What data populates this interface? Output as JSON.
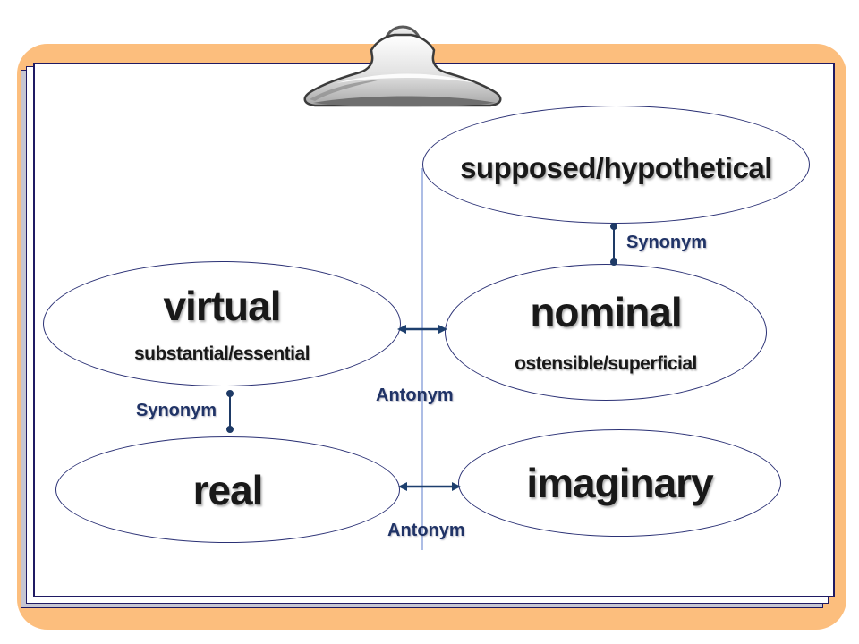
{
  "diagram": {
    "title_hint": "synonym and antonym word map on a clipboard slide",
    "nodes": [
      {
        "label": "supposed/hypothetical",
        "sublabel": ""
      },
      {
        "label": "virtual",
        "sublabel": "substantial/essential"
      },
      {
        "label": "nominal",
        "sublabel": "ostensible/superficial"
      },
      {
        "label": "real",
        "sublabel": ""
      },
      {
        "label": "imaginary",
        "sublabel": ""
      }
    ],
    "relations": [
      {
        "label": "Synonym",
        "from": "supposed/hypothetical",
        "to": "nominal"
      },
      {
        "label": "Synonym",
        "from": "virtual",
        "to": "real"
      },
      {
        "label": "Antonym",
        "from": "virtual",
        "to": "nominal"
      },
      {
        "label": "Antonym",
        "from": "real",
        "to": "imaginary"
      }
    ]
  },
  "icons": {
    "clipboard_clip": "clipboard-clip-icon",
    "double_arrow": "double-arrow-icon",
    "connector_dot": "connector-dot-icon"
  },
  "colors": {
    "board_orange": "#FCBE7D",
    "page_border_navy": "#1f1a63",
    "page_edge_gray": "#c6c6d2",
    "ellipse_stroke": "#2b3175",
    "node_text": "#191919",
    "relation_label": "#203366",
    "connector": "#1e3a66",
    "arrow": "#1d3f6e",
    "guide_line": "#9fb1e1"
  }
}
